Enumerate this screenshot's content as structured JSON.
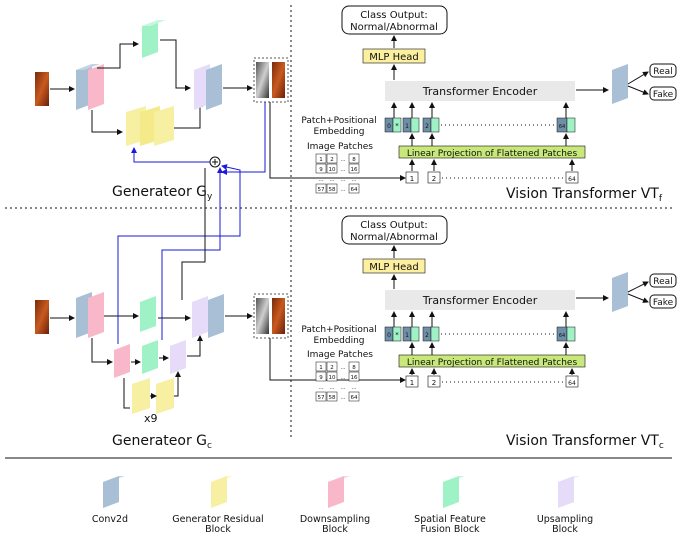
{
  "top": {
    "generator_label": "Generateor G",
    "generator_sub": "y",
    "vit_label": "Vision Transformer VT",
    "vit_sub": "f",
    "class_output_line1": "Class Output:",
    "class_output_line2": "Normal/Abnormal",
    "mlp_head": "MLP Head",
    "transformer_encoder": "Transformer Encoder",
    "patch_pos_line1": "Patch+Positional",
    "patch_pos_line2": "Embedding",
    "linear_projection": "Linear Projection of Flattened Patches",
    "image_patches": "Image Patches",
    "grid_cells": [
      "1",
      "2",
      "...",
      "8",
      "9",
      "10",
      "...",
      "16",
      "...",
      "...",
      "...",
      "...",
      "57",
      "58",
      "...",
      "64"
    ],
    "tokens": [
      "0",
      "1",
      "2",
      "64"
    ],
    "token_star": "*",
    "patch_nums": [
      "1",
      "2",
      "64"
    ],
    "output_real": "Real",
    "output_fake": "Fake"
  },
  "bottom": {
    "generator_label": "Generateor G",
    "generator_sub": "c",
    "vit_label": "Vision Transformer VT",
    "vit_sub": "c",
    "class_output_line1": "Class Output:",
    "class_output_line2": "Normal/Abnormal",
    "mlp_head": "MLP Head",
    "transformer_encoder": "Transformer Encoder",
    "patch_pos_line1": "Patch+Positional",
    "patch_pos_line2": "Embedding",
    "linear_projection": "Linear Projection of Flattened Patches",
    "image_patches": "Image Patches",
    "grid_cells": [
      "1",
      "2",
      "...",
      "8",
      "9",
      "10",
      "...",
      "16",
      "...",
      "...",
      "...",
      "...",
      "57",
      "58",
      "...",
      "64"
    ],
    "tokens": [
      "0",
      "1",
      "2",
      "64"
    ],
    "token_star": "*",
    "patch_nums": [
      "1",
      "2",
      "64"
    ],
    "output_real": "Real",
    "output_fake": "Fake",
    "repeat_label": "x9"
  },
  "legend": [
    {
      "line1": "Conv2d",
      "line2": "",
      "color": "#a9bfd6"
    },
    {
      "line1": "Generator Residual",
      "line2": "Block",
      "color": "#f7f0a2"
    },
    {
      "line1": "Downsampling",
      "line2": "Block",
      "color": "#f9b8c9"
    },
    {
      "line1": "Spatial Feature",
      "line2": "Fusion Block",
      "color": "#9ff2c6"
    },
    {
      "line1": "Upsampling",
      "line2": "Block",
      "color": "#e6dcfa"
    }
  ],
  "colors": {
    "conv": "#a9bfd6",
    "residual": "#f7f0a2",
    "down": "#f9b8c9",
    "fusion": "#9ff2c6",
    "up": "#e6dcfa",
    "mlp": "#fcf0a0",
    "linear": "#c8e87a",
    "encoder": "#e9e9e9",
    "blue_line": "#1a1ad6",
    "scan": "#b54a1a"
  }
}
